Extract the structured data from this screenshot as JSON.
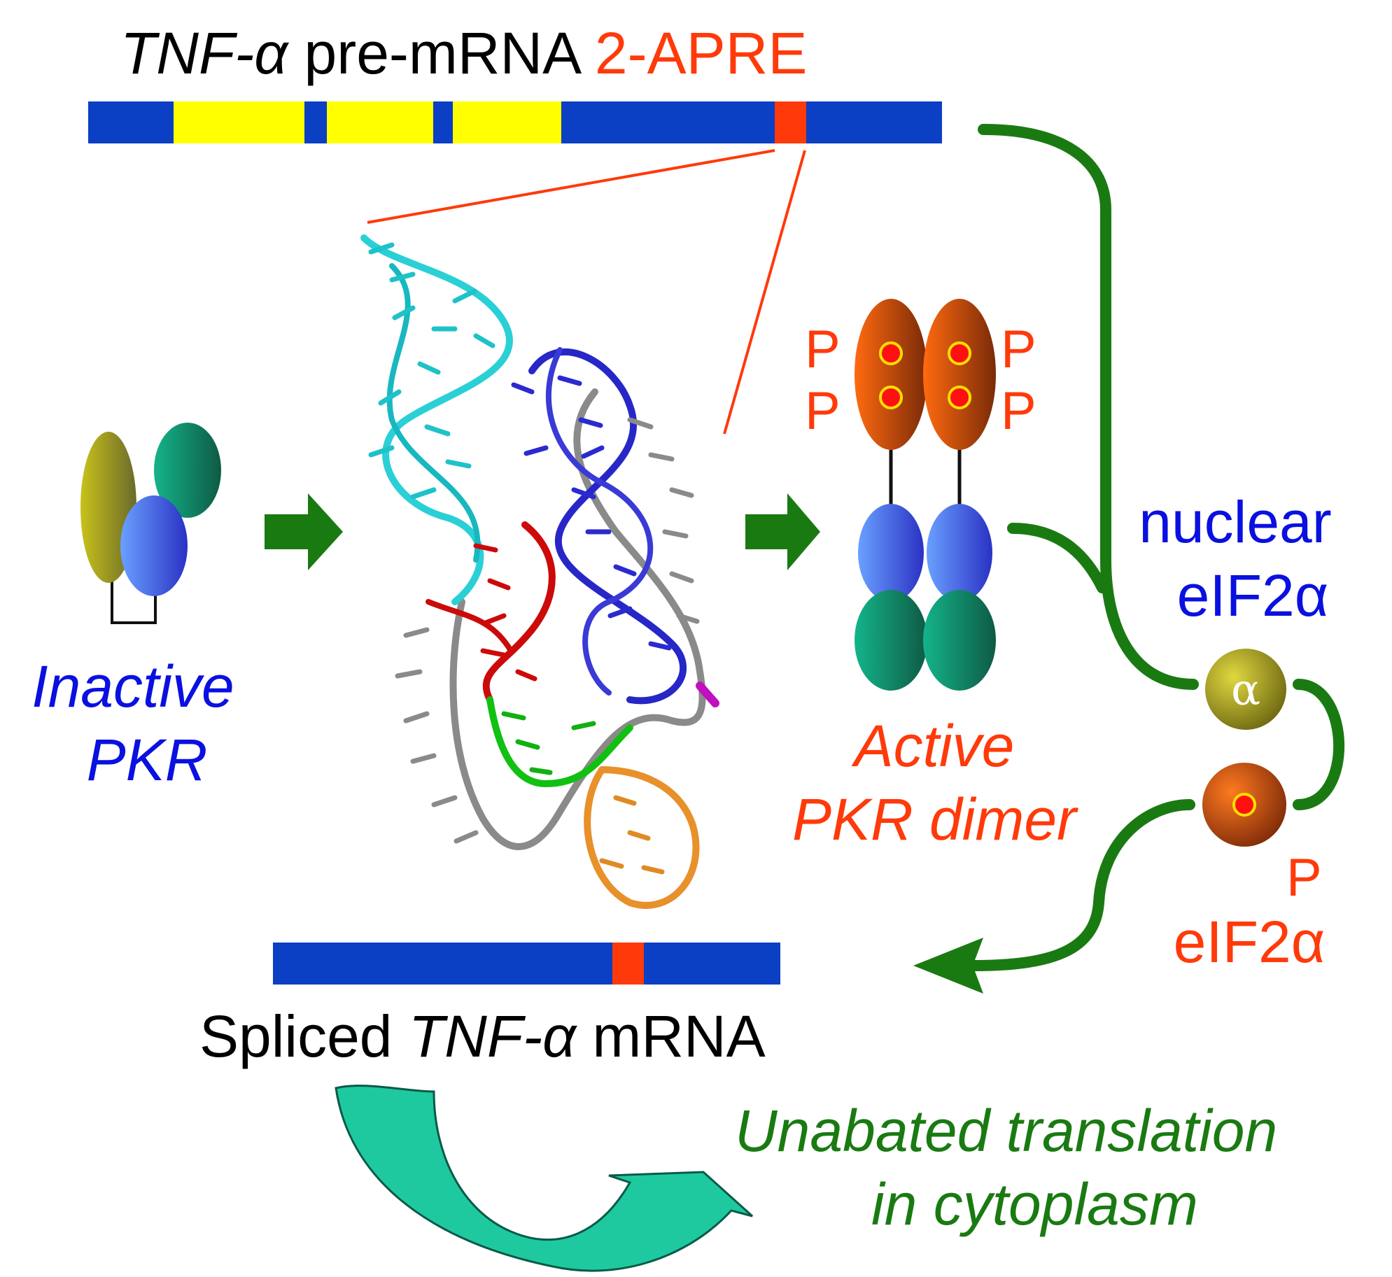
{
  "title": {
    "gene": "TNF-α",
    "rest": " pre-mRNA ",
    "element": "2-APRE"
  },
  "premrna_bar": {
    "segments": [
      "blue",
      "yellow",
      "blue",
      "yellow",
      "blue",
      "yellow",
      "blue",
      "red",
      "blue"
    ]
  },
  "inactive_pkr": {
    "line1": "Inactive",
    "line2": "PKR"
  },
  "active_pkr": {
    "line1": "Active",
    "line2": "PKR dimer",
    "phospho_label": "P"
  },
  "nuclear_eif2a": {
    "line1": "nuclear",
    "line2": "eIF2α"
  },
  "eif2a_subunit": {
    "symbol": "α"
  },
  "phospho_eif2a": {
    "p_label": "P",
    "name": "eIF2α"
  },
  "spliced_mrna": {
    "prefix": "Spliced ",
    "gene": "TNF-α",
    "suffix": " mRNA"
  },
  "translation": {
    "line1": "Unabated translation",
    "line2": "in cytoplasm"
  },
  "colors": {
    "exon_blue": "#0b3fc4",
    "intron_yellow": "#ffff00",
    "element_red": "#ff3a0a",
    "arrow_green": "#1a7a12",
    "label_blue": "#0a10e0",
    "label_red": "#ff3a0a",
    "label_green": "#1a7a12",
    "teal_arrow": "#1fc9a0"
  },
  "rna_structure": {
    "strand_colors": [
      "cyan",
      "blue",
      "gray",
      "red",
      "green",
      "orange",
      "magenta"
    ]
  }
}
